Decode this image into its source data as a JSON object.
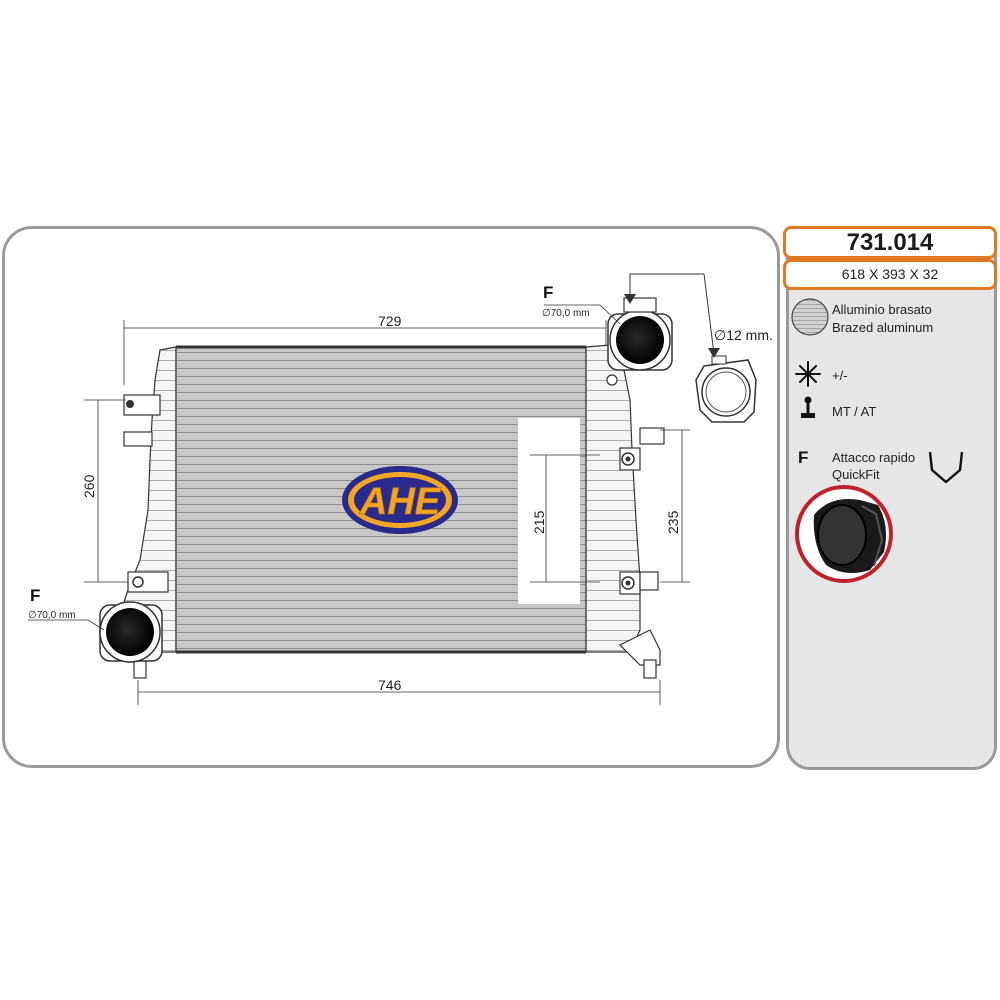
{
  "part": {
    "code": "731.014",
    "core_dimensions": "618 X 393 X 32"
  },
  "drawing": {
    "dim_top_width": "729",
    "dim_bottom_width": "746",
    "dim_left_height": "260",
    "dim_inner_height": "215",
    "dim_right_height": "235",
    "outlet_label": "F",
    "outlet_diameter": "∅70,0 mm",
    "inlet_label": "F",
    "inlet_diameter": "∅70,0 mm",
    "pipe_diameter": "∅12 mm.",
    "brand_logo": "AHE"
  },
  "specs": {
    "material_it": "Alluminio brasato",
    "material_en": "Brazed aluminum",
    "ac_value": "+/-",
    "transmission": "MT / AT",
    "connector_letter": "F",
    "connector_it": "Attacco rapido",
    "connector_en": "QuickFit"
  },
  "colors": {
    "frame": "#9a9a9a",
    "highlight": "#e07a20",
    "logo_blue": "#2a2a8c",
    "logo_gold": "#f2a623",
    "zoom_ring": "#c0202a"
  }
}
